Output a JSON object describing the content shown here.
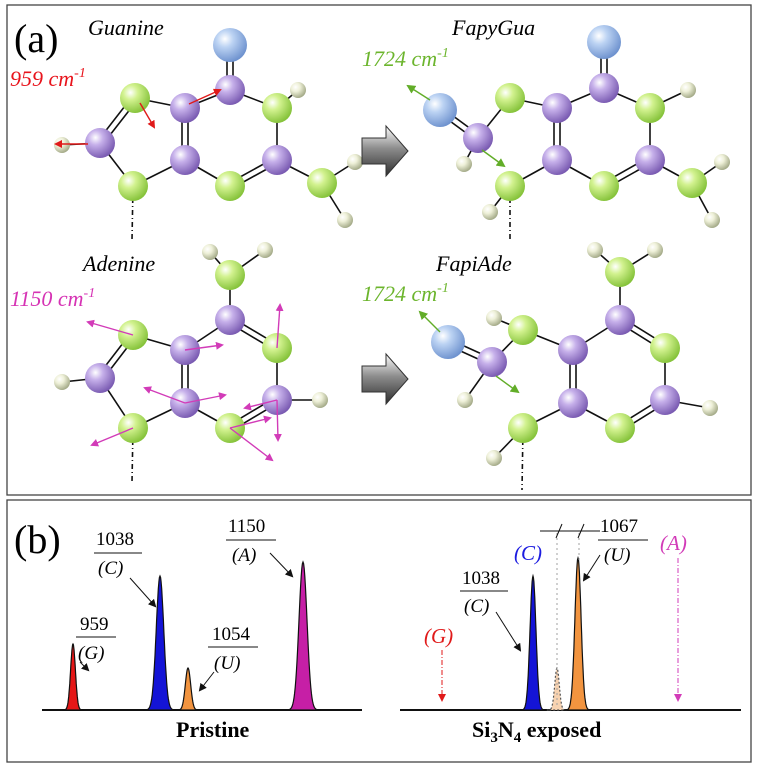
{
  "panel_a": {
    "label": "(a)",
    "molecules": [
      {
        "name": "Guanine",
        "freq_value": "959",
        "freq_unit": "cm",
        "freq_exp": "-1",
        "freq_color": "#e8141c"
      },
      {
        "name": "FapyGua",
        "freq_value": "1724",
        "freq_unit": "cm",
        "freq_exp": "-1",
        "freq_color": "#6cb52d"
      },
      {
        "name": "Adenine",
        "freq_value": "1150",
        "freq_unit": "cm",
        "freq_exp": "-1",
        "freq_color": "#d633b4"
      },
      {
        "name": "FapiAde",
        "freq_value": "1724",
        "freq_unit": "cm",
        "freq_exp": "-1",
        "freq_color": "#6cb52d"
      }
    ]
  },
  "panel_b": {
    "label": "(b)",
    "pristine": {
      "caption": "Pristine",
      "peaks": [
        {
          "value": "959",
          "base": "G",
          "color": "#e51717"
        },
        {
          "value": "1038",
          "base": "C",
          "color": "#1414d6"
        },
        {
          "value": "1054",
          "base": "U",
          "color": "#f2943f"
        },
        {
          "value": "1150",
          "base": "A",
          "color": "#c61fa6"
        }
      ]
    },
    "exposed": {
      "caption_pre": "Si",
      "caption_sub1": "3",
      "caption_mid": "N",
      "caption_sub2": "4",
      "caption_post": " exposed",
      "marks": [
        {
          "label": "(G)",
          "color": "#e01a1a"
        },
        {
          "label": "(C)",
          "color": "#1c1ce0"
        },
        {
          "label": "(A)",
          "color": "#d23bb8"
        }
      ],
      "peaks": [
        {
          "value": "1038",
          "base": "C",
          "color": "#1414d6"
        },
        {
          "value": "1067",
          "base": "U",
          "color": "#f2943f"
        }
      ]
    }
  },
  "colors": {
    "carbon": "#b89fdd",
    "nitrogen": "#c3ec7d",
    "oxygen": "#aac6ee",
    "hydrogen": "#e3e8c8"
  }
}
